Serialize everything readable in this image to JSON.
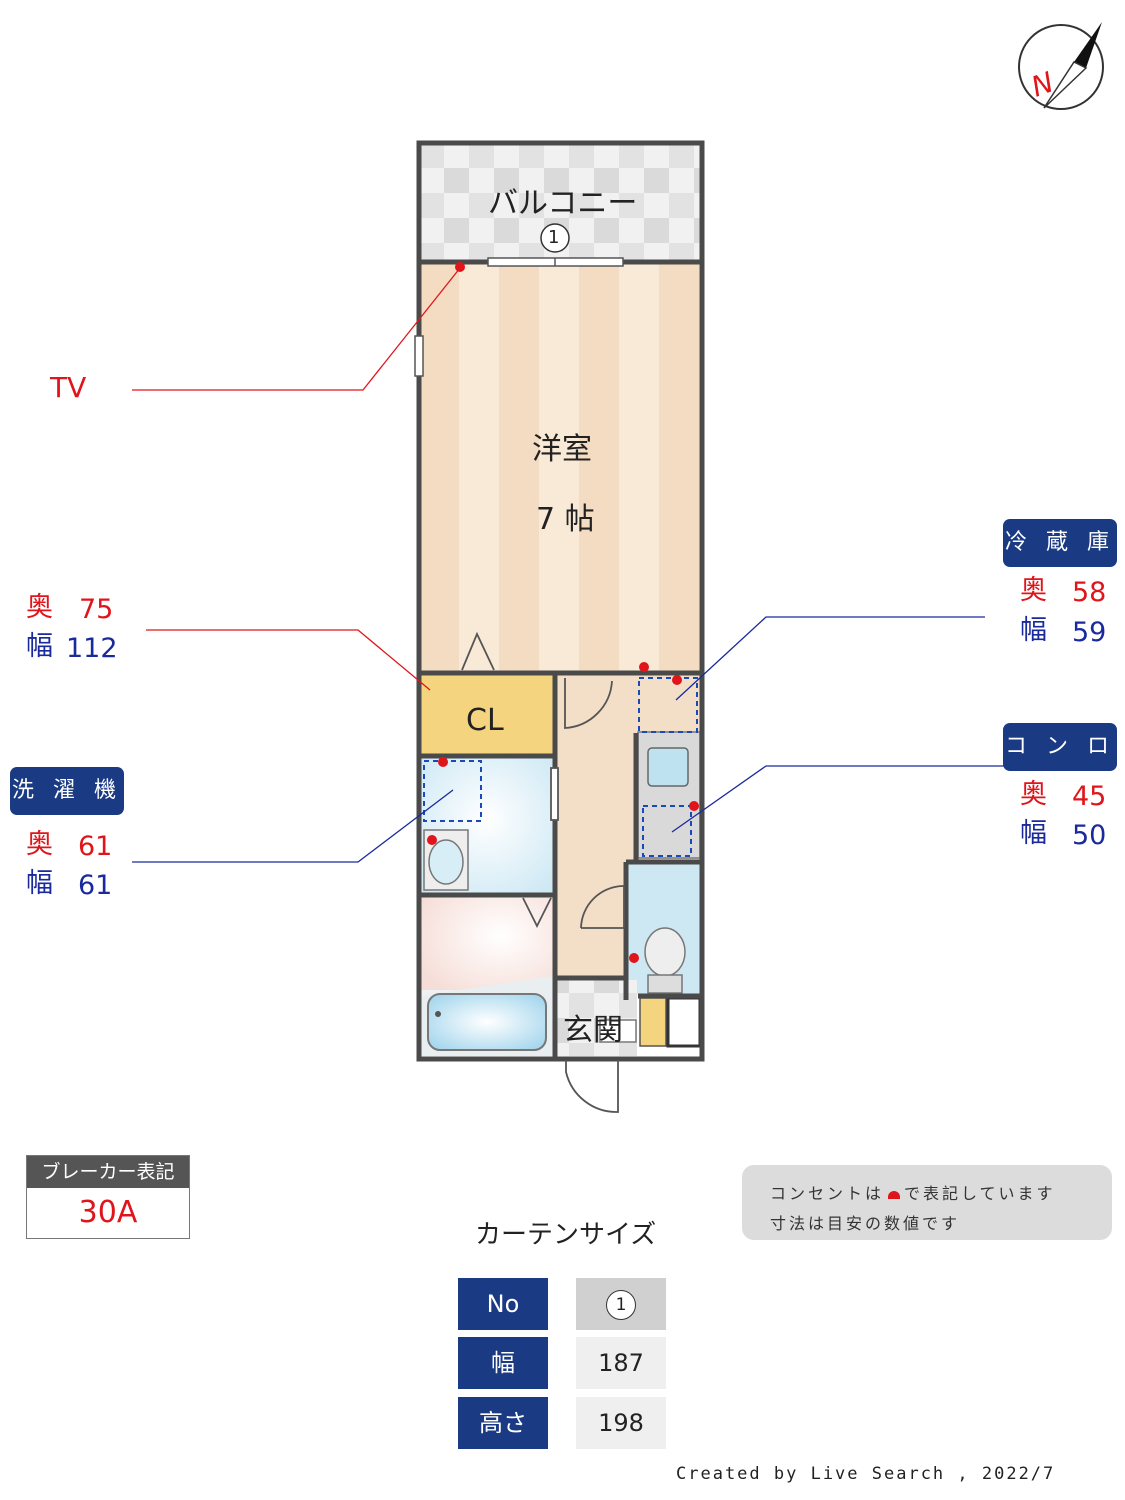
{
  "compass": {
    "label": "N"
  },
  "rooms": {
    "balcony": "バルコニー",
    "balcony_window_no": "1",
    "western_room": "洋室",
    "western_room_size": "7 帖",
    "closet": "CL",
    "entrance": "玄関"
  },
  "tv": {
    "label": "TV"
  },
  "closet_dims": {
    "depth_label": "奥",
    "depth": "75",
    "width_label": "幅",
    "width": "112"
  },
  "washer": {
    "title": "洗 濯 機",
    "depth_label": "奥",
    "depth": "61",
    "width_label": "幅",
    "width": "61"
  },
  "fridge": {
    "title": "冷 蔵 庫",
    "depth_label": "奥",
    "depth": "58",
    "width_label": "幅",
    "width": "59"
  },
  "stove": {
    "title": "コ ン ロ",
    "depth_label": "奥",
    "depth": "45",
    "width_label": "幅",
    "width": "50"
  },
  "breaker": {
    "title": "ブレーカー表記",
    "value": "30A"
  },
  "notes": {
    "line1_pre": "コンセントは",
    "line1_post": "で表記しています",
    "line2": "寸法は目安の数値です"
  },
  "curtain": {
    "title": "カーテンサイズ",
    "rows": [
      {
        "header": "No",
        "value": "1"
      },
      {
        "header": "幅",
        "value": "187"
      },
      {
        "header": "高さ",
        "value": "198"
      }
    ]
  },
  "credit": "Created by Live Search , 2022/7",
  "colors": {
    "outlet_red": "#e0151b",
    "label_blue": "#1a2a9c",
    "tag_navy": "#1a3a84",
    "closet_yellow": "#f2d27a",
    "bath_blue": "#cfe8f3"
  }
}
